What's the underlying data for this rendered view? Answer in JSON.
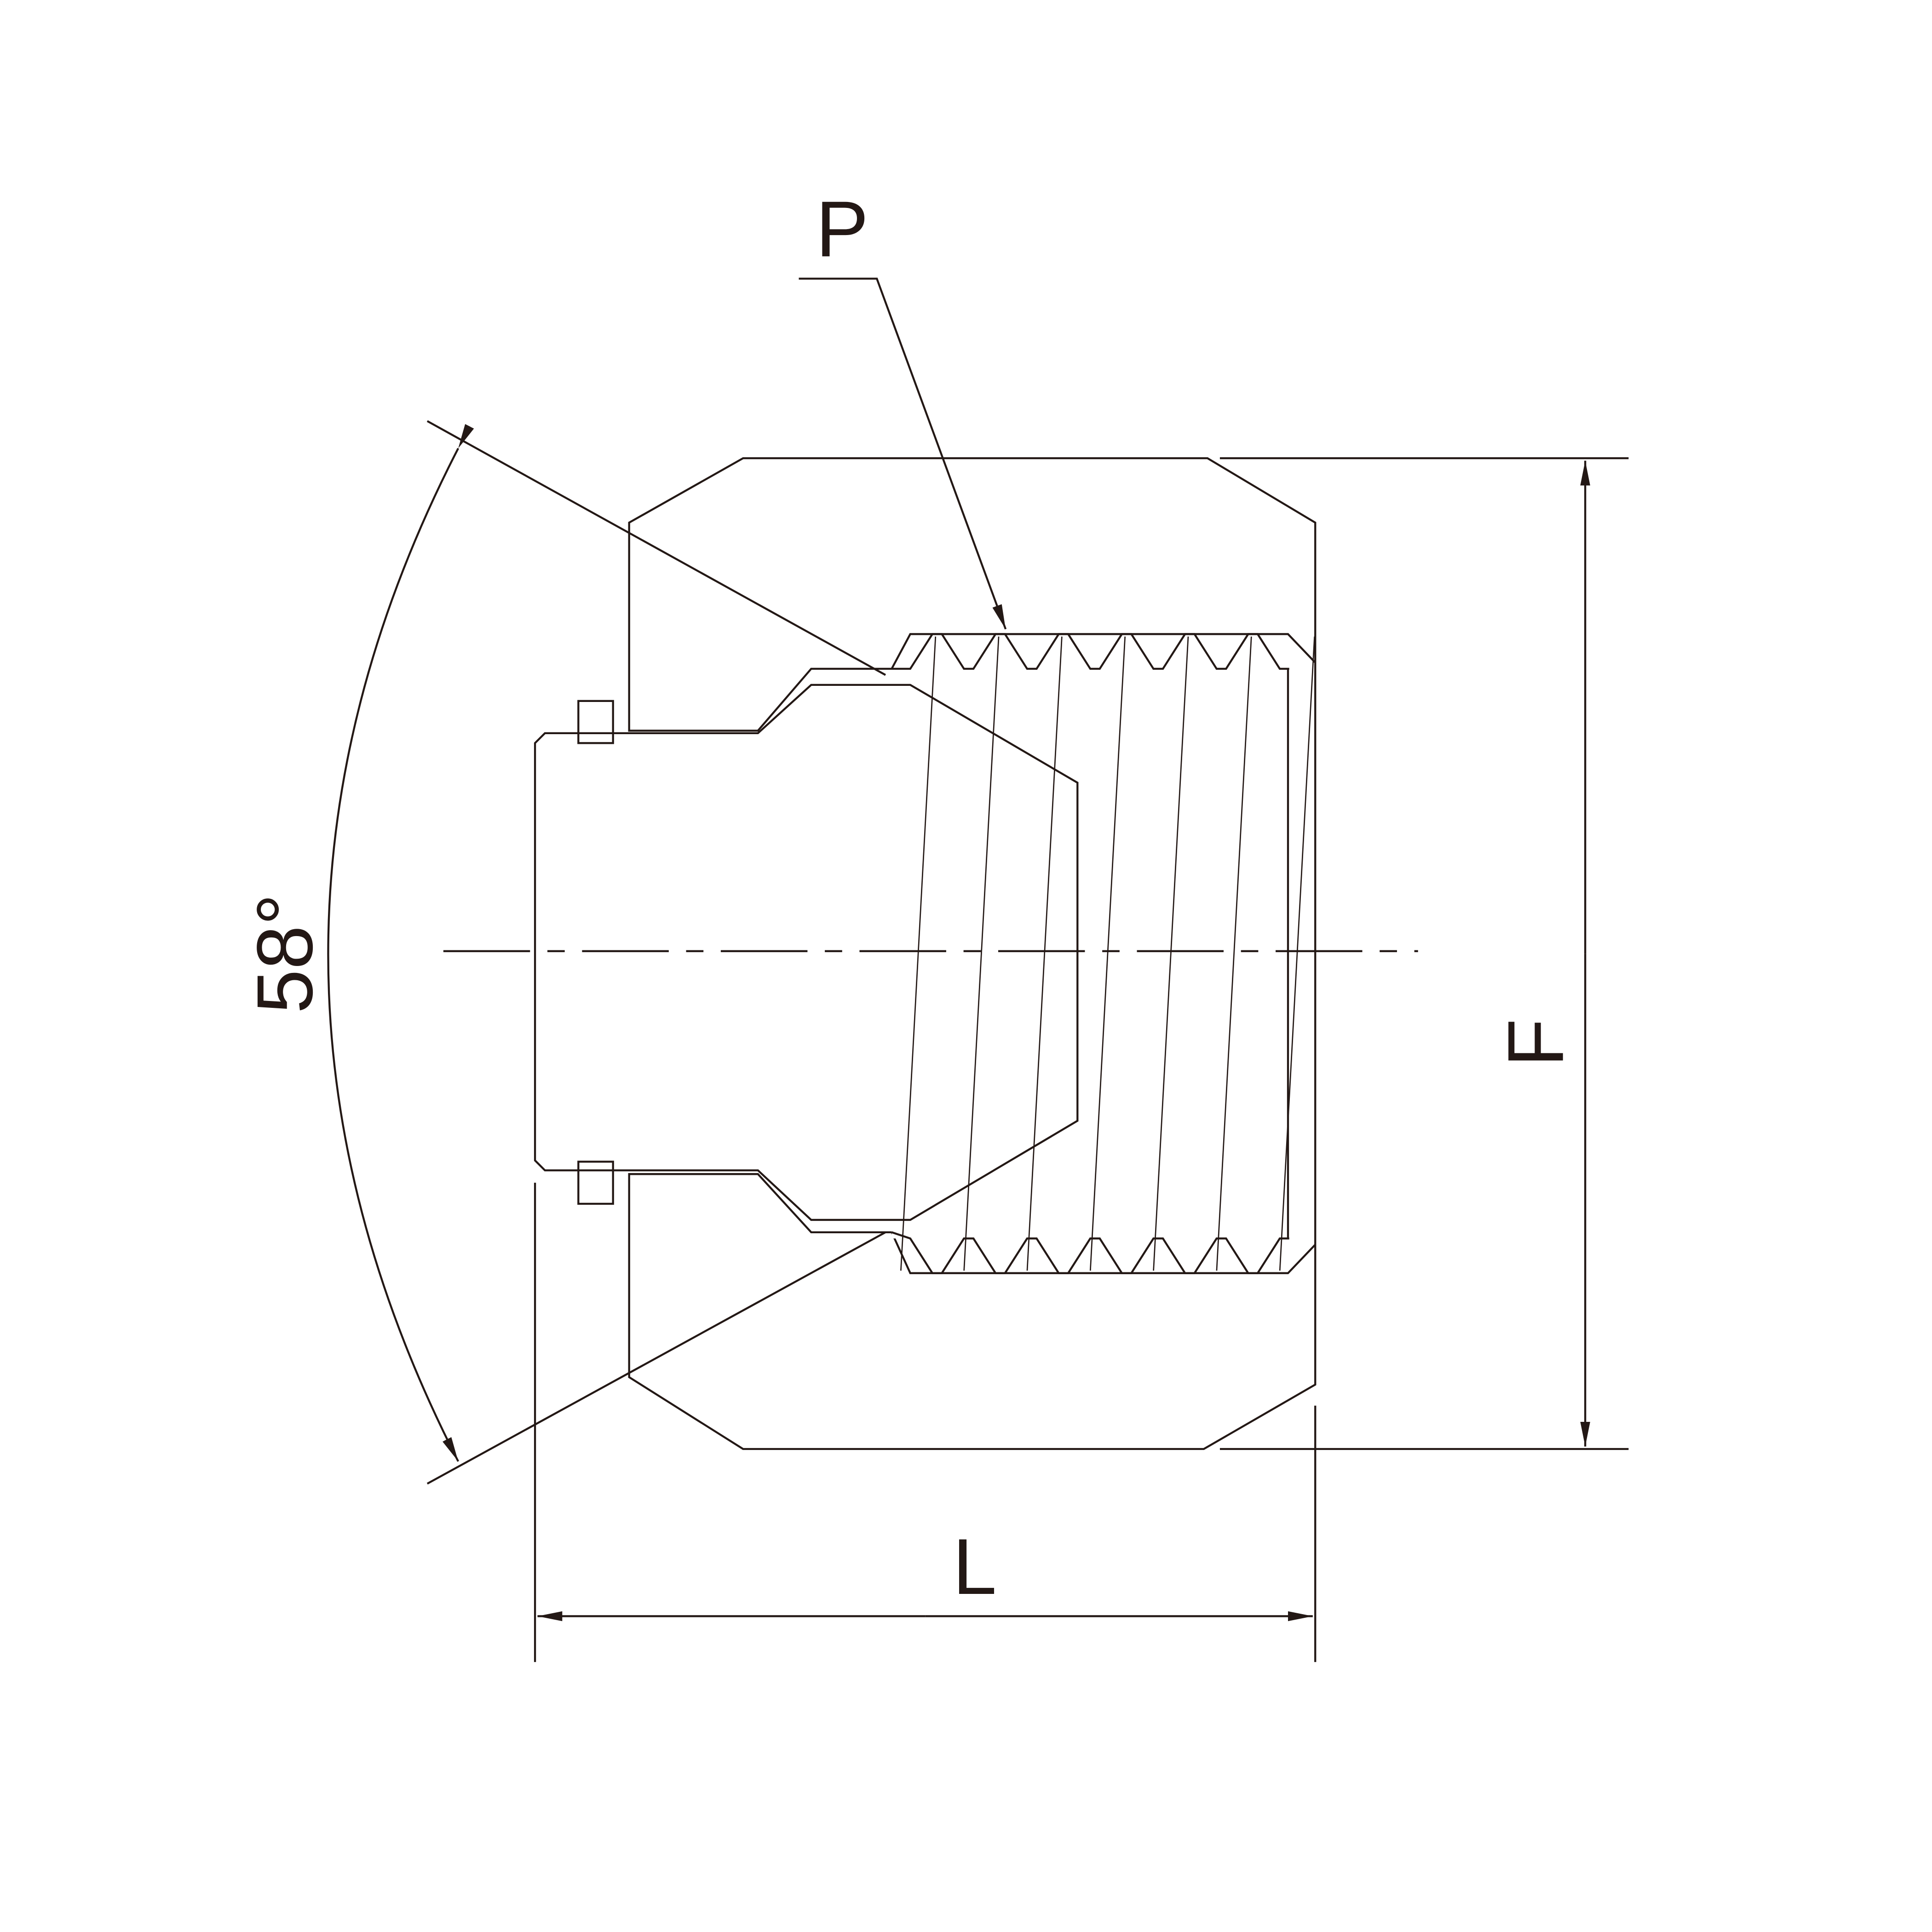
{
  "labels": {
    "thread": "P",
    "angle": "58°",
    "width_across_flats": "F",
    "length": "L"
  },
  "colors": {
    "body": "#c8c8c8",
    "plug": "#eeeeee",
    "oring": "#a0a0a0",
    "line": "#231815"
  }
}
